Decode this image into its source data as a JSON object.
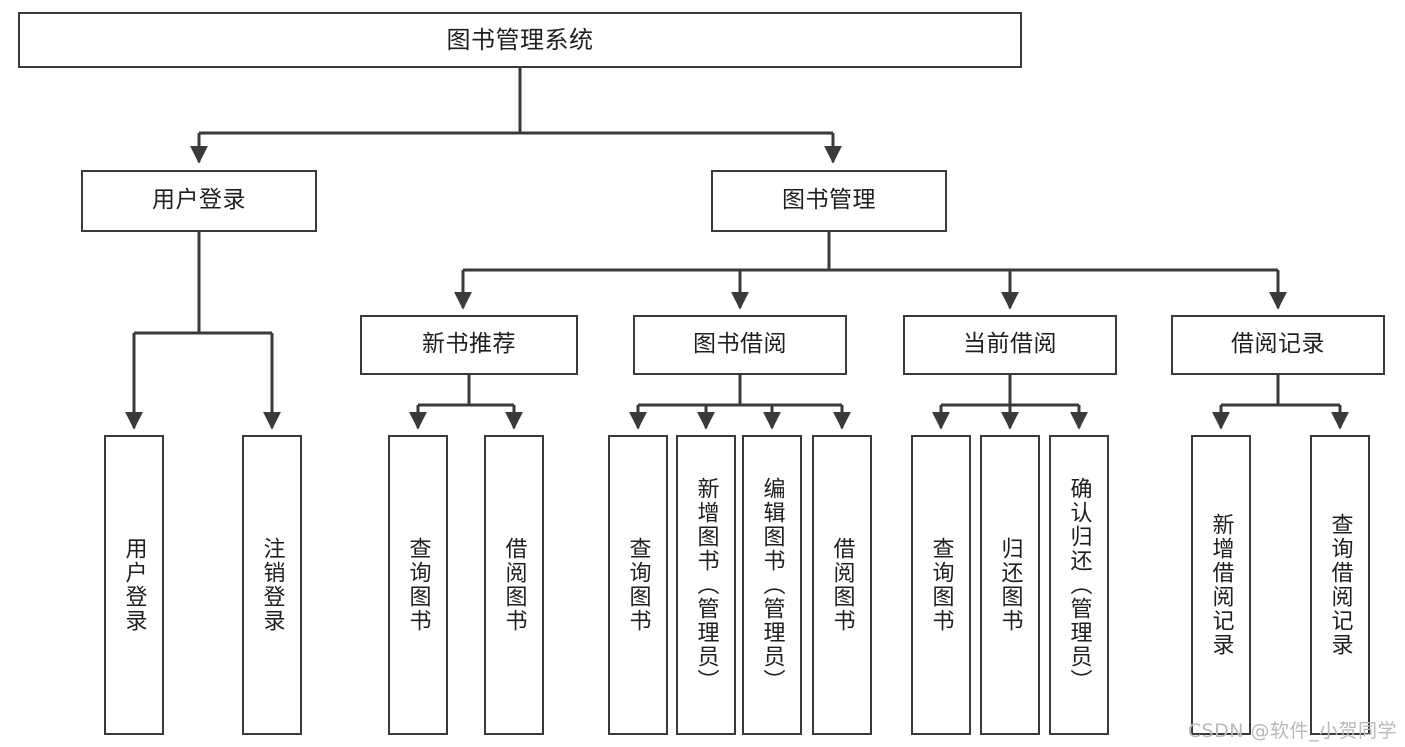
{
  "diagram": {
    "type": "tree-hierarchy",
    "title": "图书管理系统",
    "watermark": "CSDN @软件_小贺同学",
    "colors": {
      "border": "#3a3a3a",
      "background": "#ffffff",
      "text": "#1f1f1f",
      "connector": "#3a3a3a",
      "watermark": "#b9b9b9"
    },
    "nodes": {
      "root": {
        "label": "图书管理系统"
      },
      "level2": [
        {
          "label": "用户登录"
        },
        {
          "label": "图书管理"
        }
      ],
      "level3": [
        {
          "label": "新书推荐"
        },
        {
          "label": "图书借阅"
        },
        {
          "label": "当前借阅"
        },
        {
          "label": "借阅记录"
        }
      ],
      "leaves_user_login": [
        {
          "label": "用户登录"
        },
        {
          "label": "注销登录"
        }
      ],
      "leaves_new_book": [
        {
          "label": "查询图书"
        },
        {
          "label": "借阅图书"
        }
      ],
      "leaves_borrow": [
        {
          "label": "查询图书"
        },
        {
          "label": "新增图书（管理员）"
        },
        {
          "label": "编辑图书（管理员）"
        },
        {
          "label": "借阅图书"
        }
      ],
      "leaves_current": [
        {
          "label": "查询图书"
        },
        {
          "label": "归还图书"
        },
        {
          "label": "确认归还（管理员）"
        }
      ],
      "leaves_records": [
        {
          "label": "新增借阅记录"
        },
        {
          "label": "查询借阅记录"
        }
      ]
    }
  }
}
